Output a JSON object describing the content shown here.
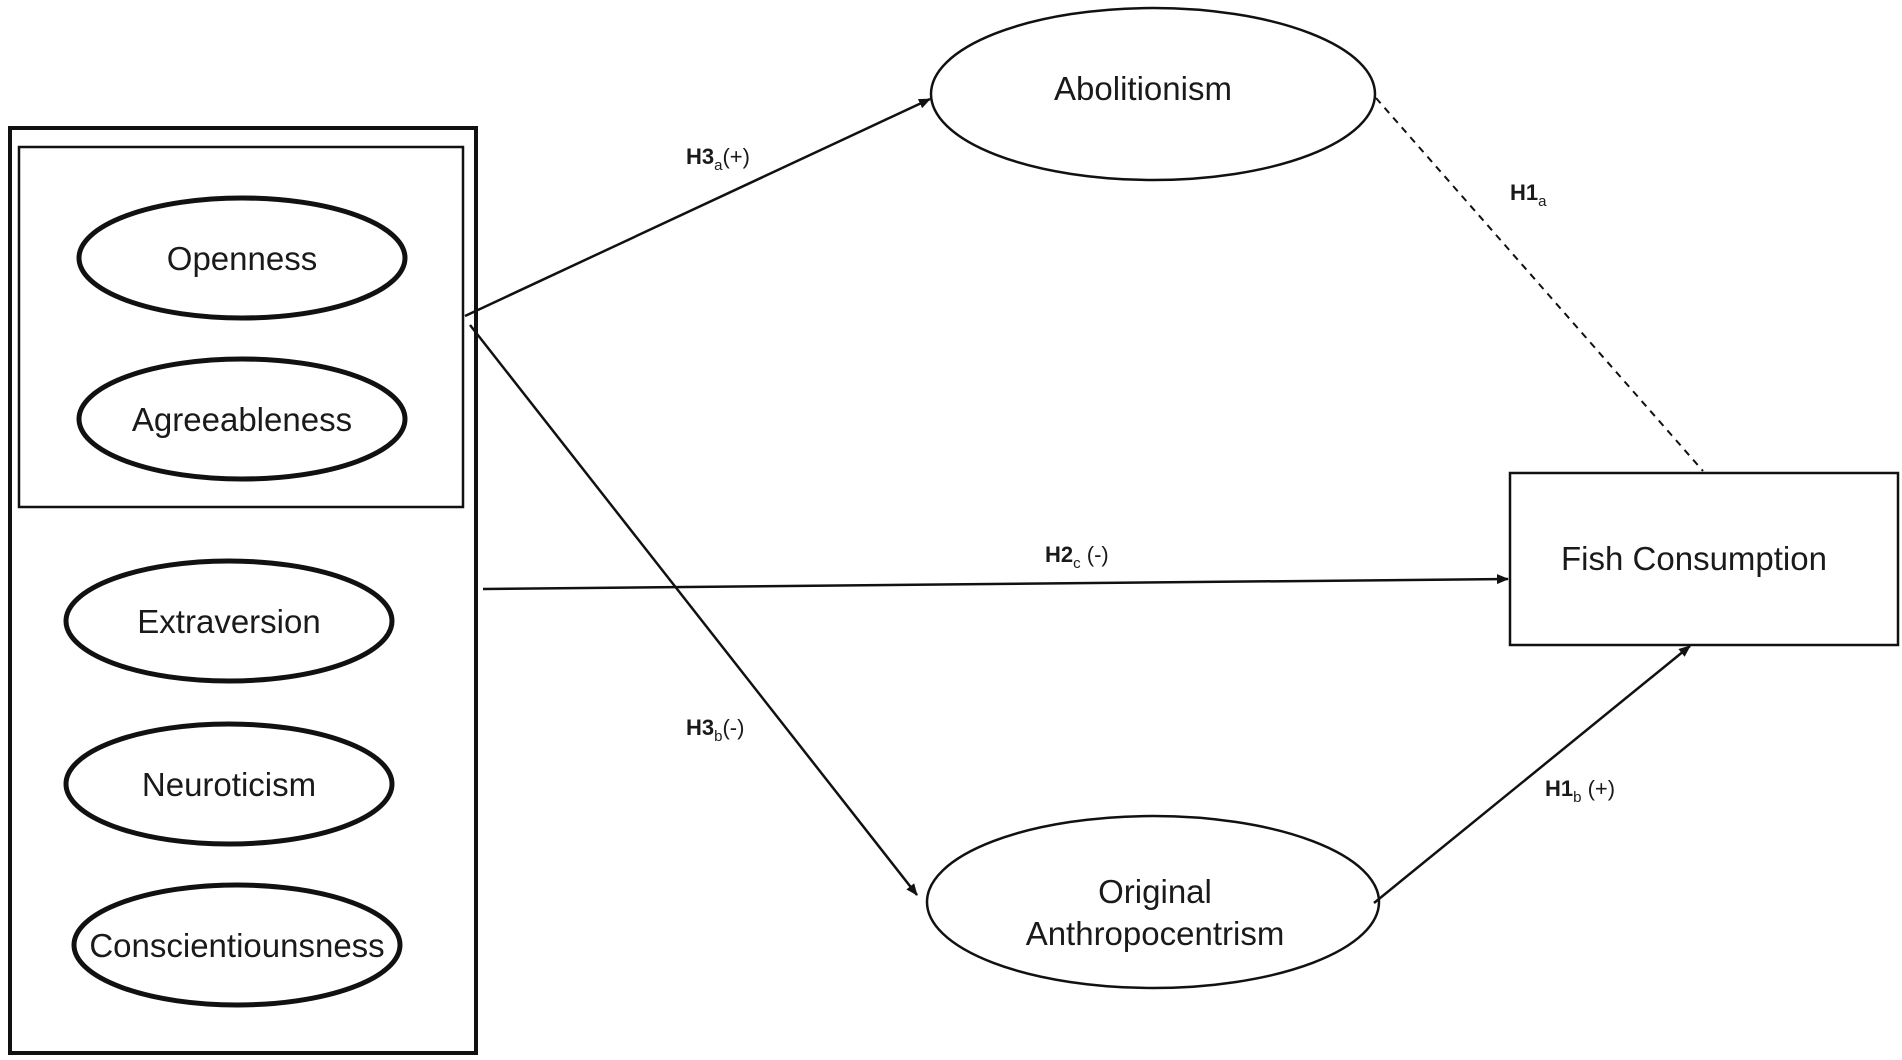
{
  "nodes": {
    "openness": "Openness",
    "agreeableness": "Agreeableness",
    "extraversion": "Extraversion",
    "neuroticism": "Neuroticism",
    "conscientiousness": "Conscientiounsness",
    "abolitionism": "Abolitionism",
    "original_anthropocentrism_line1": "Original",
    "original_anthropocentrism_line2": "Anthropocentrism",
    "fish_consumption": "Fish Consumption"
  },
  "edges": {
    "h3a": {
      "code": "H3",
      "sub": "a",
      "sign": "(+)"
    },
    "h3b": {
      "code": "H3",
      "sub": "b",
      "sign": "(-)"
    },
    "h2c": {
      "code": "H2",
      "sub": "c",
      "sign": " (-)"
    },
    "h1a": {
      "code": "H1",
      "sub": "a",
      "sign": ""
    },
    "h1b": {
      "code": "H1",
      "sub": "b",
      "sign": " (+)"
    }
  },
  "styles": {
    "stroke": "#111111",
    "background": "#ffffff"
  }
}
